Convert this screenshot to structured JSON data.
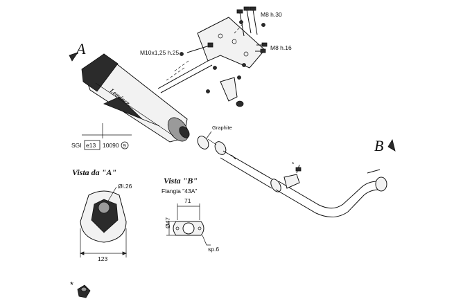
{
  "views": {
    "letter_a": "A",
    "letter_b": "B",
    "vista_a": "Vista da \"A\"",
    "vista_b": "Vista \"B\"",
    "flangia": "Flangia \"43A\""
  },
  "labels": {
    "bolt_top": "M8 h.30",
    "bolt_side": "M8 h.16",
    "bolt_m10": "M10x1,25 h.25",
    "graphite": "Graphite",
    "hole_dia": "Øi.26",
    "width_123": "123",
    "flange_71": "71",
    "flange_47": "Ø47",
    "thickness": "sp.6",
    "star_1": "*",
    "star_2": "*"
  },
  "homologation": {
    "prefix": "SGI",
    "e_mark": "e13",
    "number": "10090",
    "circled": "9"
  }
}
